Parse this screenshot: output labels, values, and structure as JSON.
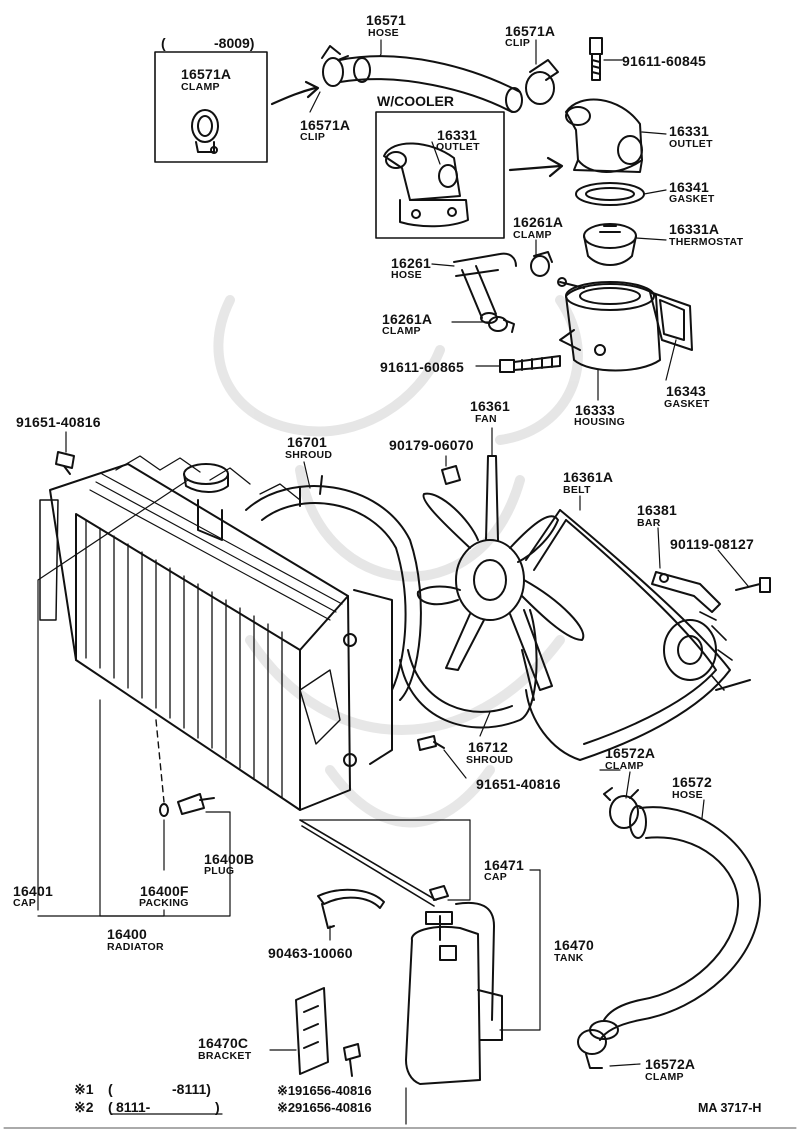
{
  "corner_code": "MA 3717-H",
  "callouts": {
    "hose_16571": {
      "number": "16571",
      "name": "HOSE"
    },
    "clip_16571a_top": {
      "number": "16571A",
      "name": "CLIP"
    },
    "bolt_91611_60845": {
      "number": "91611-60845"
    },
    "inset_range": {
      "open": "(",
      "range": "-8009)"
    },
    "clamp_16571a_inset": {
      "number": "16571A",
      "name": "CLAMP"
    },
    "clip_16571a_left": {
      "number": "16571A",
      "name": "CLIP"
    },
    "w_cooler": {
      "text": "W/COOLER"
    },
    "outlet_16331_inset": {
      "number": "16331",
      "name": "OUTLET"
    },
    "outlet_16331": {
      "number": "16331",
      "name": "OUTLET"
    },
    "gasket_16341": {
      "number": "16341",
      "name": "GASKET"
    },
    "thermostat_16331a": {
      "number": "16331A",
      "name": "THERMOSTAT"
    },
    "clamp_16261a_top": {
      "number": "16261A",
      "name": "CLAMP"
    },
    "hose_16261": {
      "number": "16261",
      "name": "HOSE"
    },
    "clamp_16261a_low": {
      "number": "16261A",
      "name": "CLAMP"
    },
    "bolt_91611_60865": {
      "number": "91611-60865"
    },
    "gasket_16343": {
      "number": "16343",
      "name": "GASKET"
    },
    "housing_16333": {
      "number": "16333",
      "name": "HOUSING"
    },
    "bolt_91651_40816_top": {
      "number": "91651-40816"
    },
    "shroud_16701": {
      "number": "16701",
      "name": "SHROUD"
    },
    "nut_90179_06070": {
      "number": "90179-06070"
    },
    "fan_16361": {
      "number": "16361",
      "name": "FAN"
    },
    "belt_16361a": {
      "number": "16361A",
      "name": "BELT"
    },
    "bar_16381": {
      "number": "16381",
      "name": "BAR"
    },
    "bolt_90119_08127": {
      "number": "90119-08127"
    },
    "shroud_16712": {
      "number": "16712",
      "name": "SHROUD"
    },
    "bolt_91651_40816_low": {
      "number": "91651-40816"
    },
    "clamp_16572a_top": {
      "number": "16572A",
      "name": "CLAMP"
    },
    "hose_16572": {
      "number": "16572",
      "name": "HOSE"
    },
    "plug_16400b": {
      "number": "16400B",
      "name": "PLUG"
    },
    "cap_16401": {
      "number": "16401",
      "name": "CAP"
    },
    "packing_16400f": {
      "number": "16400F",
      "name": "PACKING"
    },
    "cap_16471": {
      "number": "16471",
      "name": "CAP"
    },
    "radiator_16400": {
      "number": "16400",
      "name": "RADIATOR"
    },
    "tank_16470": {
      "number": "16470",
      "name": "TANK"
    },
    "clip_90463_10060": {
      "number": "90463-10060"
    },
    "bracket_16470c": {
      "number": "16470C",
      "name": "BRACKET"
    },
    "bolt_91656_40816_1": {
      "mark": "※1",
      "number": "91656-40816"
    },
    "bolt_91656_40816_2": {
      "mark": "※2",
      "number": "91656-40816"
    },
    "clamp_16572a_low": {
      "number": "16572A",
      "name": "CLAMP"
    }
  },
  "footnotes": [
    {
      "mark": "※1",
      "open": "(",
      "text": "-8111)"
    },
    {
      "mark": "※2",
      "open": "(",
      "text": "8111-",
      "close": ")"
    }
  ]
}
